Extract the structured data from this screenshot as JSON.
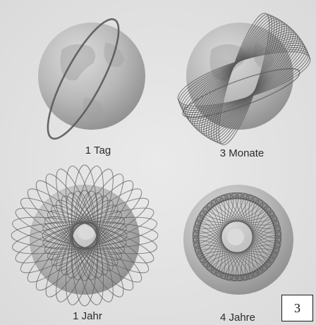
{
  "panels": [
    {
      "caption": "1 Tag"
    },
    {
      "caption": "3 Monate"
    },
    {
      "caption": "1 Jahr"
    },
    {
      "caption": "4 Jahre"
    }
  ],
  "page_number": "3",
  "colors": {
    "background": "#e6e6e6",
    "globe_light": "#d6d6d6",
    "globe_dark": "#8c8c8c",
    "orbit": "#5a5a5a",
    "caption_text": "#2b2b2b"
  }
}
